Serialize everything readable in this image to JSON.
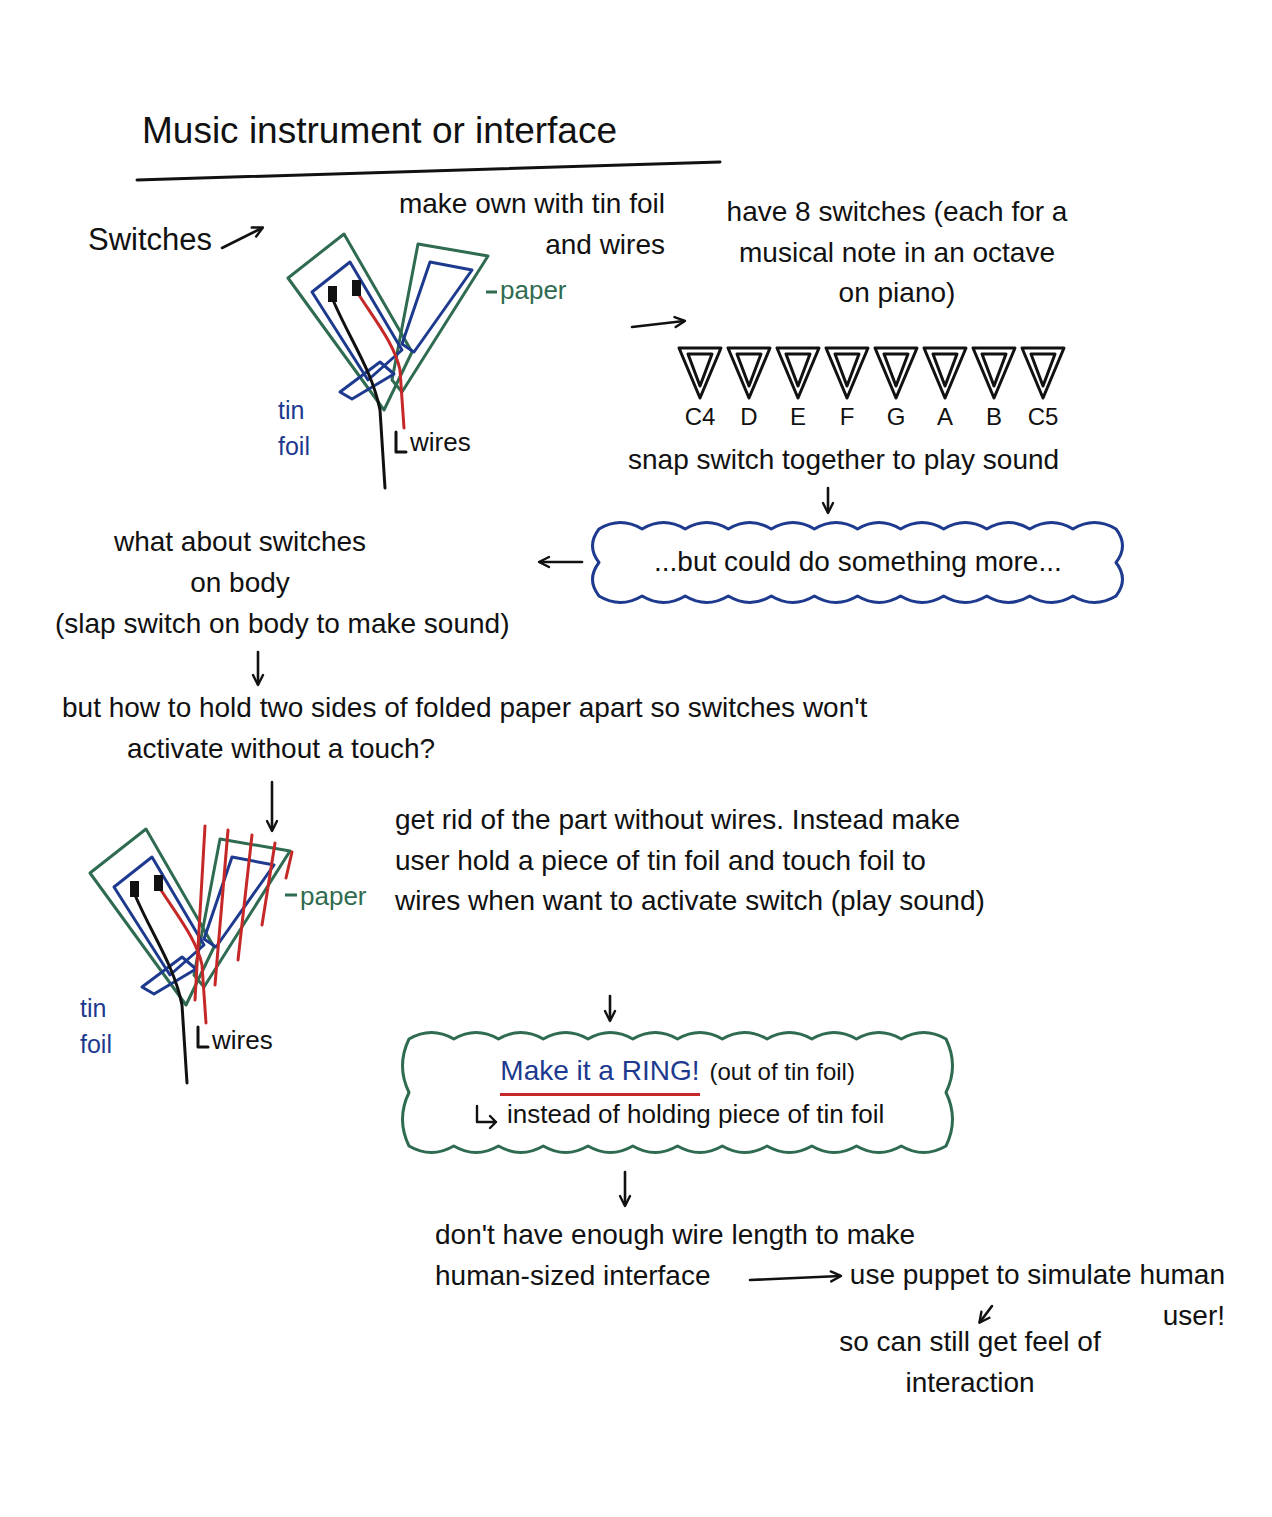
{
  "diagram": {
    "title": "Music instrument or interface",
    "nodes": [
      {
        "text": [
          "...but could do something more..."
        ]
      },
      {
        "text": [
          "Make it a RING!",
          "(out of tin foil)",
          "instead of holding piece of tin foil"
        ]
      }
    ],
    "labels": [
      "Switches",
      "make own with tin foil and wires",
      "paper",
      "tin foil",
      "wires",
      "have 8 switches (each for a musical note in an octave on piano)",
      "C4",
      "D",
      "E",
      "F",
      "G",
      "A",
      "B",
      "C5",
      "snap switch together to play sound",
      "what about switches on body",
      "(slap switch on body to make sound)",
      "but how to hold two sides of folded paper apart so switches won't activate without a touch?",
      "paper",
      "tin foil",
      "wires",
      "get rid of the part without wires. Instead make user hold a piece of tin foil and touch foil to wires when want to activate switch (play sound)",
      "don't have enough wire length to make human-sized interface",
      "use puppet to simulate human user!",
      "so can still get feel of interaction"
    ]
  }
}
